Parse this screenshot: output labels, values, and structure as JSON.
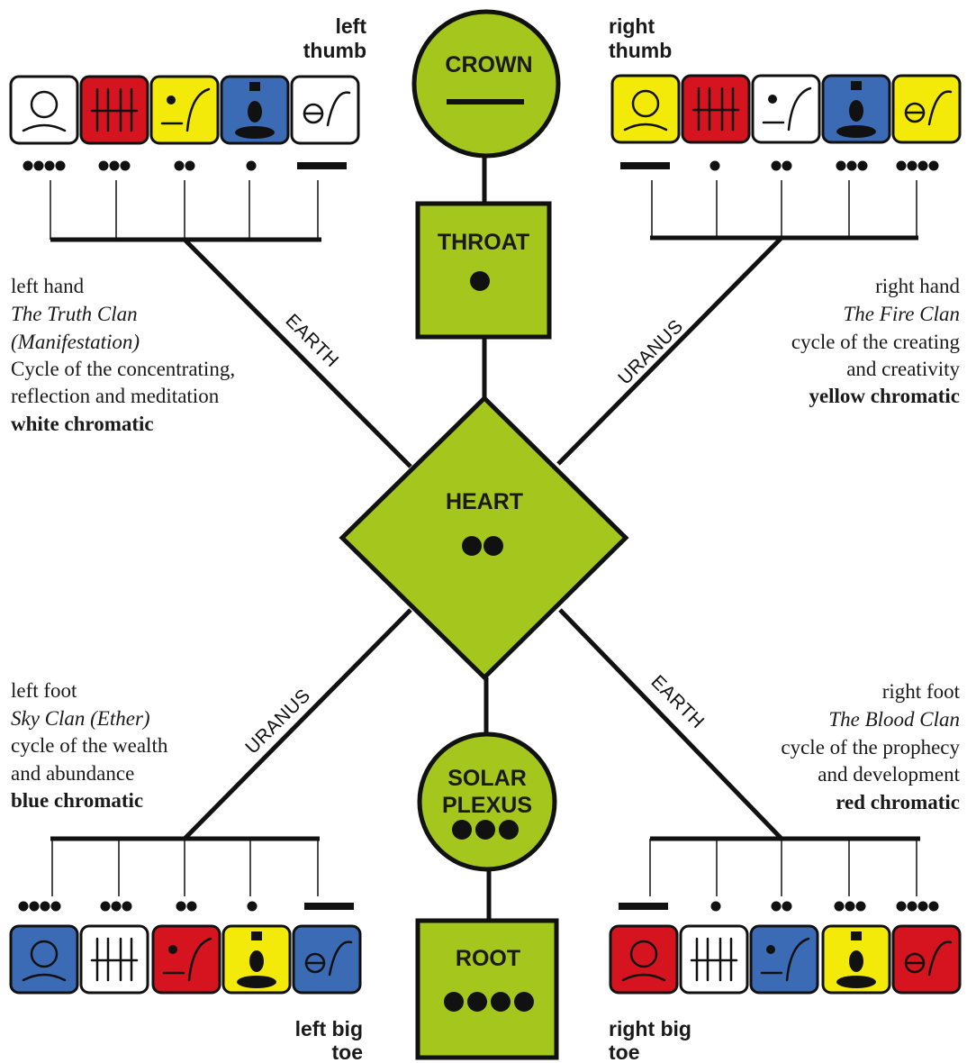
{
  "colors": {
    "node_fill": "#a5c61d",
    "line": "#111111",
    "white": "#ffffff",
    "red": "#d6141f",
    "yellow": "#f4ea09",
    "blue": "#3c6bb6"
  },
  "nodes": {
    "crown": {
      "label": "CROWN"
    },
    "throat": {
      "label": "THROAT"
    },
    "heart": {
      "label": "HEART"
    },
    "solar_plexus": {
      "label_line1": "SOLAR",
      "label_line2": "PLEXUS"
    },
    "root": {
      "label": "ROOT"
    }
  },
  "planets": {
    "upper_left": "EARTH",
    "upper_right": "URANUS",
    "lower_left": "URANUS",
    "lower_right": "EARTH"
  },
  "limbs": {
    "left_thumb": {
      "line1": "left",
      "line2": "thumb"
    },
    "right_thumb": {
      "line1": "right",
      "line2": "thumb"
    },
    "left_big_toe": {
      "line1": "left big",
      "line2": "toe"
    },
    "right_big_toe": {
      "line1": "right big",
      "line2": "toe"
    }
  },
  "descriptions": {
    "left_hand": {
      "line1": "left hand",
      "line2": "The Truth Clan",
      "line3": "(Manifestation)",
      "line4": "Cycle of the concentrating,",
      "line5": "reflection and meditation",
      "line6": "white chromatic"
    },
    "right_hand": {
      "line1": "right hand",
      "line2": "The Fire Clan",
      "line3": "cycle of the creating",
      "line4": "and creativity",
      "line5": "yellow chromatic"
    },
    "left_foot": {
      "line1": "left foot",
      "line2": "Sky Clan (Ether)",
      "line3": "cycle of the wealth",
      "line4": "and abundance",
      "line5": "blue chromatic"
    },
    "right_foot": {
      "line1": "right foot",
      "line2": "The Blood Clan",
      "line3": "cycle of the prophecy",
      "line4": "and development",
      "line5": "red chromatic"
    }
  },
  "glyph_groups": {
    "left_hand": {
      "colors": [
        "white",
        "red",
        "yellow",
        "blue",
        "white"
      ],
      "counts": [
        4,
        3,
        2,
        1,
        5
      ]
    },
    "right_hand": {
      "colors": [
        "yellow",
        "red",
        "white",
        "blue",
        "yellow"
      ],
      "counts": [
        5,
        1,
        2,
        3,
        4
      ]
    },
    "left_foot": {
      "colors": [
        "blue",
        "white",
        "red",
        "yellow",
        "blue"
      ],
      "counts": [
        4,
        3,
        2,
        1,
        5
      ]
    },
    "right_foot": {
      "colors": [
        "red",
        "white",
        "blue",
        "yellow",
        "red"
      ],
      "counts": [
        5,
        1,
        2,
        3,
        4
      ]
    }
  },
  "node_dots": {
    "crown": 5,
    "throat": 1,
    "heart": 2,
    "solar_plexus": 3,
    "root": 4
  }
}
